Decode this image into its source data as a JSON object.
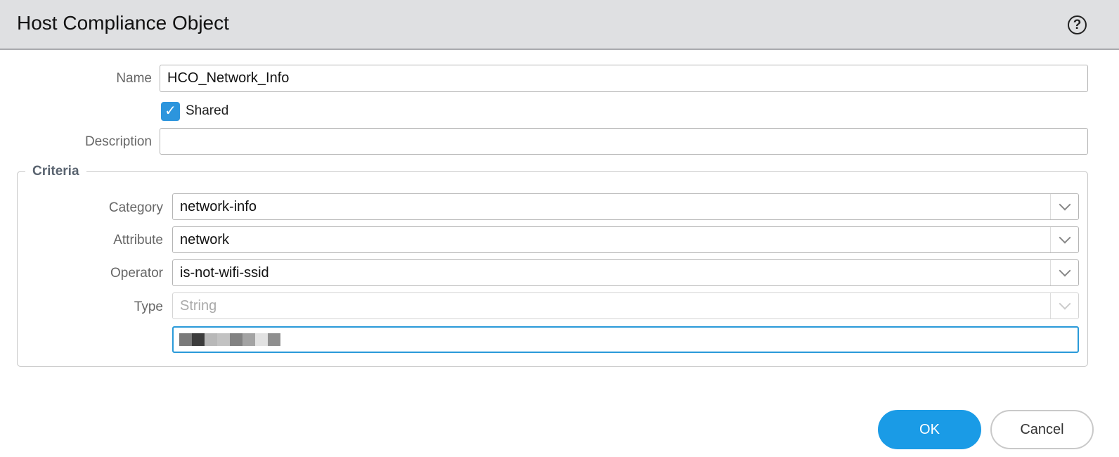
{
  "dialog": {
    "title": "Host Compliance Object",
    "help_icon": "help-circle-icon"
  },
  "form": {
    "name_label": "Name",
    "name_value": "HCO_Network_Info",
    "shared_label": "Shared",
    "shared_checked": true,
    "description_label": "Description",
    "description_value": ""
  },
  "criteria": {
    "legend": "Criteria",
    "category_label": "Category",
    "category_value": "network-info",
    "attribute_label": "Attribute",
    "attribute_value": "network",
    "operator_label": "Operator",
    "operator_value": "is-not-wifi-ssid",
    "type_label": "Type",
    "type_value": "String"
  },
  "buttons": {
    "ok": "OK",
    "cancel": "Cancel"
  },
  "colors": {
    "accent": "#1a9be6",
    "header_bg": "#dfe0e2"
  }
}
